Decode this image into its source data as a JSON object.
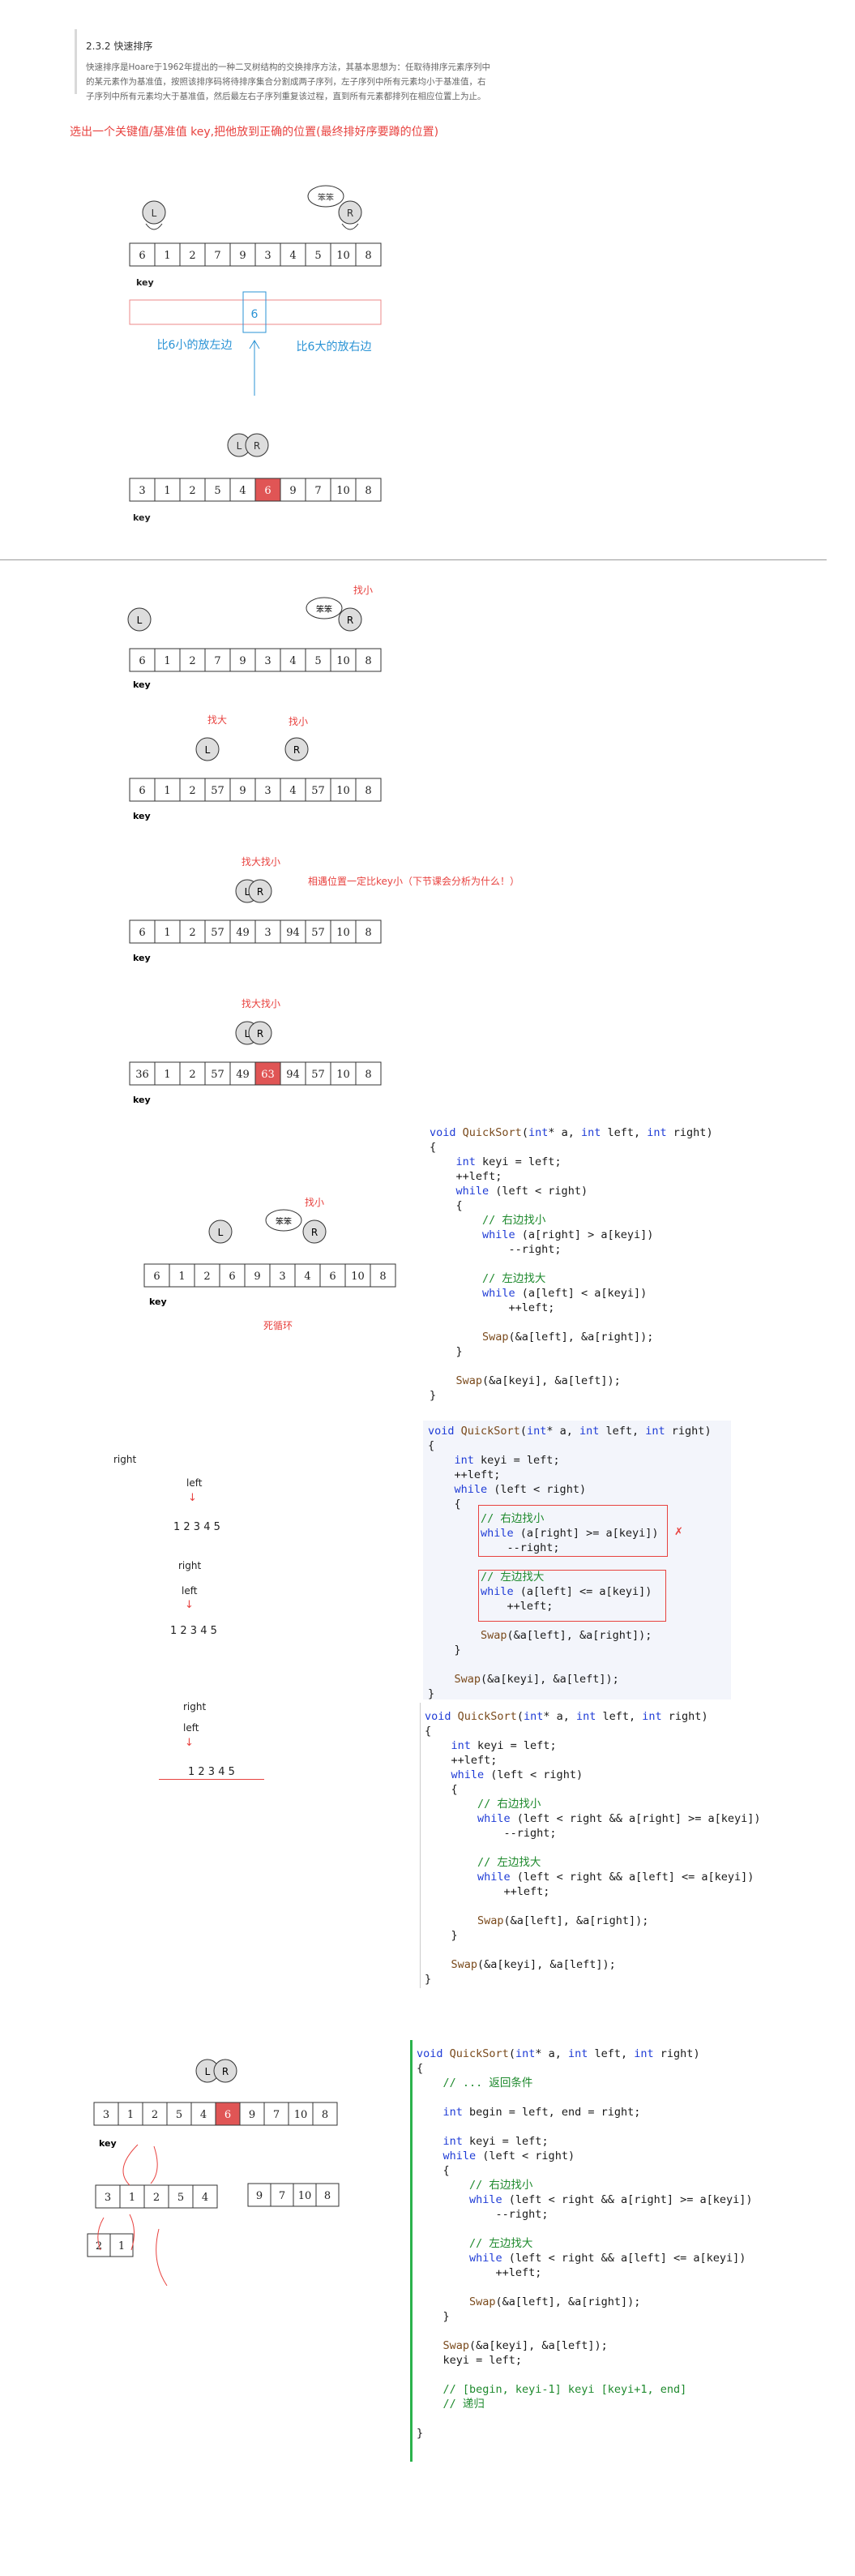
{
  "section": {
    "title": "2.3.2 快速排序",
    "intro_lines": [
      "快速排序是Hoare于1962年提出的一种二叉树结构的交换排序方法，其基本思想为：任取待排序元素序列中",
      "的某元素作为基准值，按照该排序码将待排序集合分割成两子序列，左子序列中所有元素均小于基准值，右",
      "子序列中所有元素均大于基准值，然后最左右子序列重复该过程，直到所有元素都排列在相应位置上为止。"
    ]
  },
  "heading_red": "选出一个关键值/基准值 key,把他放到正确的位置(最终排好序要蹲的位置)",
  "diagram1": {
    "cells": [
      "6",
      "1",
      "2",
      "7",
      "9",
      "3",
      "4",
      "5",
      "10",
      "8"
    ],
    "key_label": "key",
    "bubble": "笨笨",
    "L": "L",
    "R": "R",
    "pivot": "6",
    "left_note": "比6小的放左边",
    "right_note": "比6大的放右边"
  },
  "diagram2": {
    "cells": [
      "3",
      "1",
      "2",
      "5",
      "4",
      "6",
      "9",
      "7",
      "10",
      "8"
    ],
    "key_label": "key"
  },
  "stage1": {
    "cells": [
      "6",
      "1",
      "2",
      "7",
      "9",
      "3",
      "4",
      "5",
      "10",
      "8"
    ],
    "note": "找小",
    "bubble": "笨笨",
    "key_label": "key"
  },
  "stage2": {
    "cells": [
      "6",
      "1",
      "2",
      "57",
      "9",
      "3",
      "4",
      "57",
      "10",
      "8"
    ],
    "note_left": "找大",
    "note_right": "找小",
    "key_label": "key"
  },
  "stage3": {
    "cells": [
      "6",
      "1",
      "2",
      "57",
      "49",
      "3",
      "94",
      "57",
      "10",
      "8"
    ],
    "note_top": "找大找小",
    "note_right": "相遇位置一定比key小（下节课会分析为什么！）",
    "key_label": "key"
  },
  "stage4": {
    "cells": [
      "36",
      "1",
      "2",
      "57",
      "49",
      "63",
      "94",
      "57",
      "10",
      "8"
    ],
    "note_top": "找大找小",
    "key_label": "key"
  },
  "stage5": {
    "cells": [
      "6",
      "1",
      "2",
      "6",
      "9",
      "3",
      "4",
      "6",
      "10",
      "8"
    ],
    "note": "找小",
    "bubble": "笨笨",
    "key_label": "key",
    "bottom_note": "死循环"
  },
  "code1": [
    "void QuickSort(int* a, int left, int right)",
    "{",
    "    int keyi = left;",
    "    ++left;",
    "    while (left < right)",
    "    {",
    "        // 右边找小",
    "        while (a[right] > a[keyi])",
    "            --right;",
    "",
    "        // 左边找大",
    "        while (a[left] < a[keyi])",
    "            ++left;",
    "",
    "        Swap(&a[left], &a[right]);",
    "    }",
    "",
    "    Swap(&a[keyi], &a[left]);",
    "}"
  ],
  "trace": {
    "right1": "right",
    "left1": "left",
    "seq1": "1  2  3  4  5",
    "right2": "right",
    "left2": "left",
    "seq2": "1  2  3  4  5",
    "right3": "right",
    "left3": "left",
    "seq3": "1  2  3  4  5"
  },
  "code2": [
    "void QuickSort(int* a, int left, int right)",
    "{",
    "    int keyi = left;",
    "    ++left;",
    "    while (left < right)",
    "    {",
    "        // 右边找小",
    "        while (a[right] >= a[keyi])",
    "            --right;",
    "",
    "        // 左边找大",
    "        while (a[left] <= a[keyi])",
    "            ++left;",
    "",
    "        Swap(&a[left], &a[right]);",
    "    }",
    "",
    "    Swap(&a[keyi], &a[left]);",
    "}"
  ],
  "code3": [
    "void QuickSort(int* a, int left, int right)",
    "{",
    "    int keyi = left;",
    "    ++left;",
    "    while (left < right)",
    "    {",
    "        // 右边找小",
    "        while (left < right && a[right] >= a[keyi])",
    "            --right;",
    "",
    "        // 左边找大",
    "        while (left < right && a[left] <= a[keyi])",
    "            ++left;",
    "",
    "        Swap(&a[left], &a[right]);",
    "    }",
    "",
    "    Swap(&a[keyi], &a[left]);",
    "}"
  ],
  "final_diagram": {
    "cells": [
      "3",
      "1",
      "2",
      "5",
      "4",
      "6",
      "9",
      "7",
      "10",
      "8"
    ],
    "key_label": "key",
    "left_sub": [
      "3",
      "1",
      "2",
      "5",
      "4"
    ],
    "right_sub": [
      "9",
      "7",
      "10",
      "8"
    ],
    "tiny_sub": [
      "2",
      "1"
    ]
  },
  "code4": [
    "void QuickSort(int* a, int left, int right)",
    "{",
    "    // ... 返回条件",
    "",
    "    int begin = left, end = right;",
    "",
    "    int keyi = left;",
    "    while (left < right)",
    "    {",
    "        // 右边找小",
    "        while (left < right && a[right] >= a[keyi])",
    "            --right;",
    "",
    "        // 左边找大",
    "        while (left < right && a[left] <= a[keyi])",
    "            ++left;",
    "",
    "        Swap(&a[left], &a[right]);",
    "    }",
    "",
    "    Swap(&a[keyi], &a[left]);",
    "    keyi = left;",
    "",
    "    // [begin, keyi-1] keyi [keyi+1, end]",
    "    // 递归",
    "",
    "}"
  ]
}
